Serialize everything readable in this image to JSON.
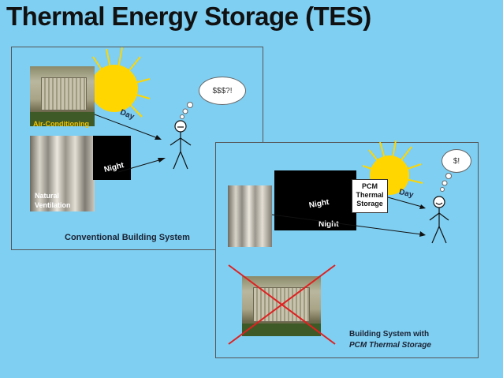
{
  "title": "Thermal Energy Storage (TES)",
  "conventional": {
    "ac_label": "Air-Conditioning",
    "nat_label_1": "Natural",
    "nat_label_2": "Ventilation",
    "night_label": "Night",
    "day_label": "Day",
    "thought": "$$$?!",
    "caption": "Conventional Building System"
  },
  "pcm_system": {
    "night_label": "Night",
    "night_label_2": "Night",
    "day_label": "Day",
    "pcm_line1": "PCM",
    "pcm_line2": "Thermal",
    "pcm_line3": "Storage",
    "thought": "$!",
    "caption_line1": "Building System with",
    "caption_line2": "PCM Thermal Storage"
  },
  "colors": {
    "background": "#7fcff2",
    "sun": "#ffd600",
    "cross": "#e02020",
    "ac_label": "#f5c400"
  }
}
